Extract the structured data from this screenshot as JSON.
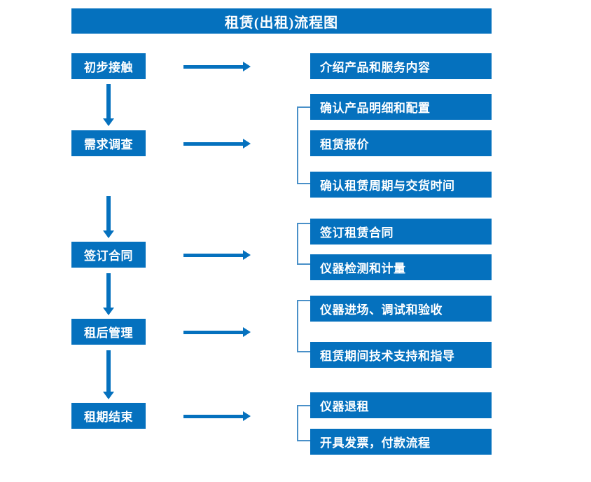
{
  "title": "租赁(出租)流程图",
  "colors": {
    "box_fill": "#0571be",
    "box_text": "#ffffff",
    "arrow": "#0571be",
    "bracket": "#4a90c8",
    "background": "#ffffff"
  },
  "stages": [
    {
      "id": "initial-contact",
      "label": "初步接触"
    },
    {
      "id": "needs-survey",
      "label": "需求调查"
    },
    {
      "id": "sign-contract",
      "label": "签订合同"
    },
    {
      "id": "post-rent-manage",
      "label": "租后管理"
    },
    {
      "id": "lease-end",
      "label": "租期结束"
    }
  ],
  "groups": [
    {
      "stage": "初步接触",
      "has_bracket": false,
      "details": [
        {
          "label": "介绍产品和服务内容"
        }
      ]
    },
    {
      "stage": "需求调查",
      "has_bracket": true,
      "details": [
        {
          "label": "确认产品明细和配置"
        },
        {
          "label": "租赁报价"
        },
        {
          "label": "确认租赁周期与交货时间"
        }
      ]
    },
    {
      "stage": "签订合同",
      "has_bracket": true,
      "details": [
        {
          "label": "签订租赁合同"
        },
        {
          "label": "仪器检测和计量"
        }
      ]
    },
    {
      "stage": "租后管理",
      "has_bracket": true,
      "details": [
        {
          "label": "仪器进场、调试和验收"
        },
        {
          "label": "租赁期间技术支持和指导"
        }
      ]
    },
    {
      "stage": "租期结束",
      "has_bracket": true,
      "details": [
        {
          "label": "仪器退租"
        },
        {
          "label": "开具发票，付款流程"
        }
      ]
    }
  ],
  "connectors": {
    "horizontal_arrow_name": "flow-arrow-right",
    "vertical_arrow_name": "flow-arrow-down",
    "bracket_name": "group-bracket"
  }
}
